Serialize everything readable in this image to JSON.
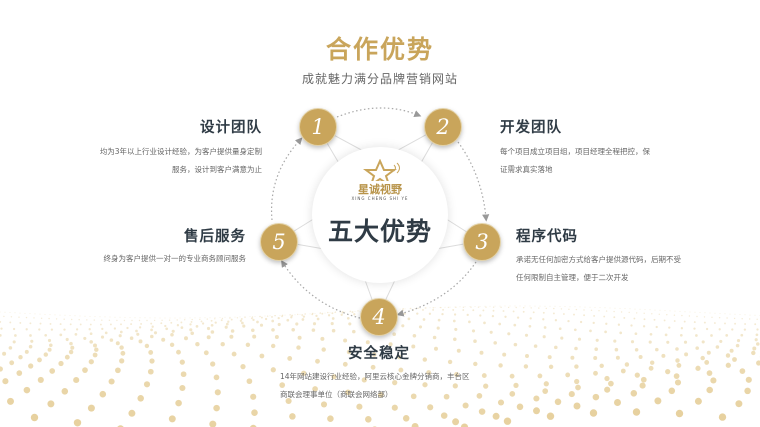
{
  "colors": {
    "gold": "#c9a55b",
    "gold_dark": "#b8944a",
    "text_dark": "#2f3b45",
    "dot": "#e6cf9a"
  },
  "header": {
    "title": "合作优势",
    "subtitle": "成就魅力满分品牌营销网站"
  },
  "center": {
    "label": "五大优势",
    "logo_cn": "星诚视野",
    "logo_en": "XING CHENG SHI YE",
    "logo_icon": "star-icon"
  },
  "advantages": [
    {
      "number": "1",
      "title": "设计团队",
      "desc": [
        "均为3年以上行业设计经验，为客户提供量身定制",
        "服务，设计到客户满意为止"
      ]
    },
    {
      "number": "2",
      "title": "开发团队",
      "desc": [
        "每个项目成立项目组，项目经理全程把控，保",
        "证需求真实落地"
      ]
    },
    {
      "number": "3",
      "title": "程序代码",
      "desc": [
        "承诺无任何加密方式给客户提供源代码，后期不受",
        "任何限制自主管理，便于二次开发"
      ]
    },
    {
      "number": "4",
      "title": "安全稳定",
      "desc": [
        "14年网站建设行业经验，阿里云核心金牌分销商，丰台区",
        "商联会理事单位（商联会网络部）"
      ]
    },
    {
      "number": "5",
      "title": "售后服务",
      "desc": [
        "终身为客户提供一对一的专业商务顾问服务"
      ]
    }
  ]
}
